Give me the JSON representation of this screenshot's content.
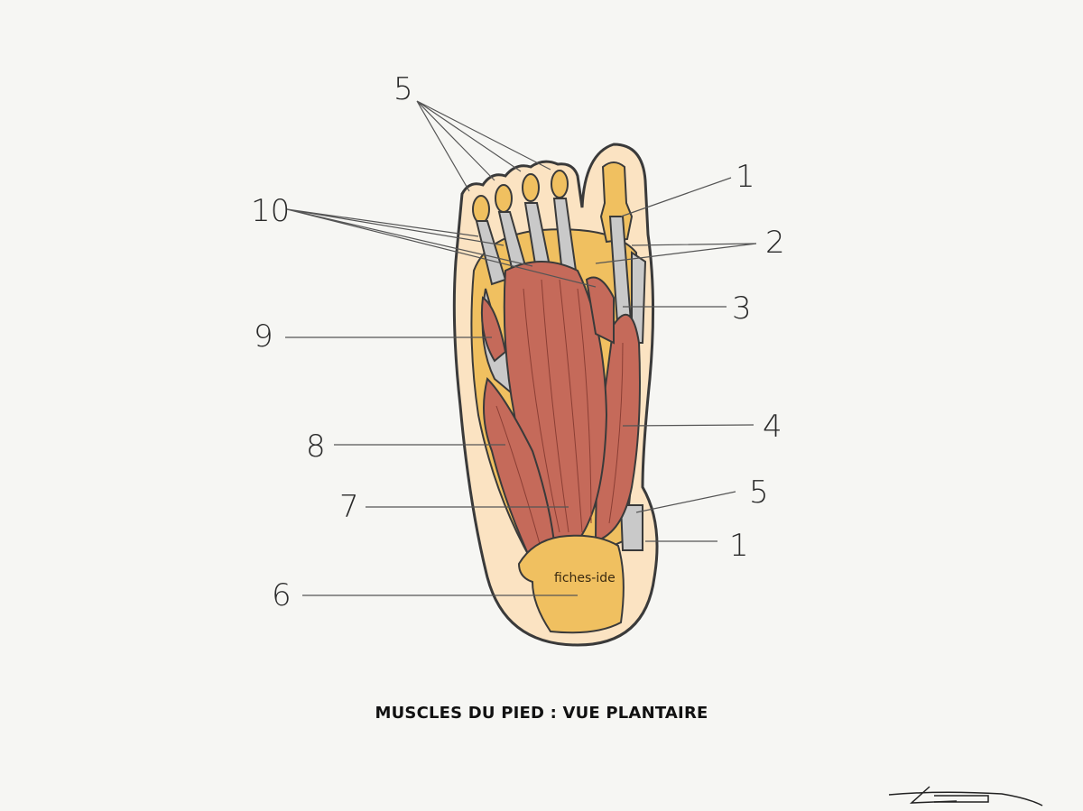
{
  "title": "MUSCLES DU PIED : VUE PLANTAIRE",
  "watermark": "fiches-ide",
  "labels": {
    "l5_top": "5",
    "l1_top": "1",
    "l10": "10",
    "l2": "2",
    "l3": "3",
    "l9": "9",
    "l4": "4",
    "l8": "8",
    "l5_bottom": "5",
    "l7": "7",
    "l1_bottom": "1",
    "l6": "6"
  },
  "colors": {
    "skin": "#fbe3c2",
    "muscle": "#c56a5a",
    "tendon": "#c9c9c9",
    "bone": "#f0c060",
    "outline": "#3a3a3a"
  }
}
